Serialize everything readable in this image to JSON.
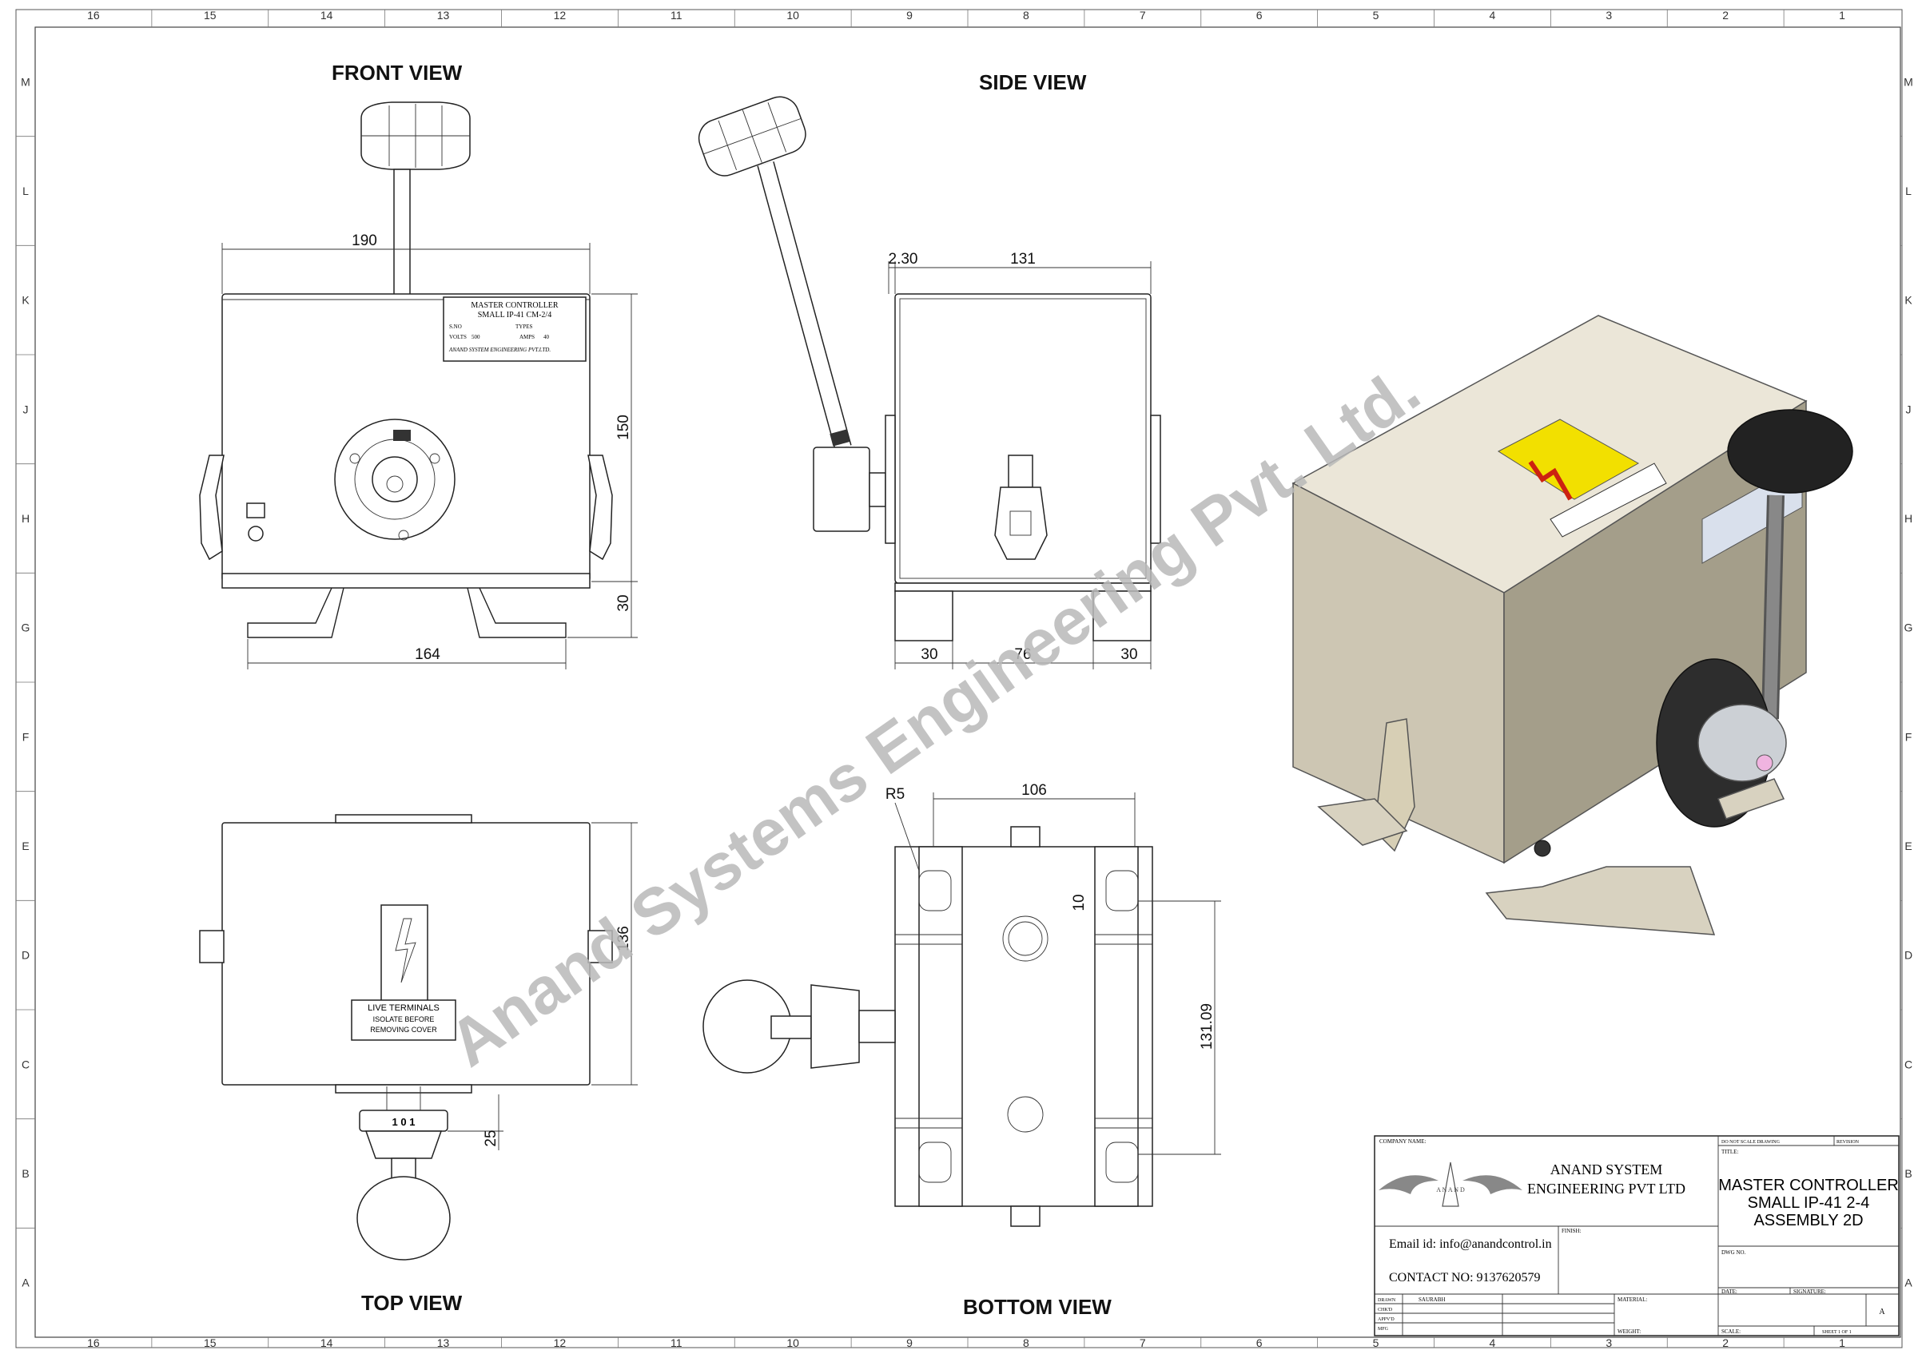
{
  "views": {
    "front": "FRONT VIEW",
    "side": "SIDE VIEW",
    "top": "TOP VIEW",
    "bottom": "BOTTOM VIEW"
  },
  "watermark": "Anand Systems Engineering Pvt. Ltd.",
  "border": {
    "columns": [
      "16",
      "15",
      "14",
      "13",
      "12",
      "11",
      "10",
      "9",
      "8",
      "7",
      "6",
      "5",
      "4",
      "3",
      "2",
      "1"
    ],
    "rows": [
      "M",
      "L",
      "K",
      "J",
      "H",
      "G",
      "F",
      "E",
      "D",
      "C",
      "B",
      "A"
    ]
  },
  "dimensions": {
    "front_width": "190",
    "front_height": "150",
    "front_base_height": "30",
    "front_base_width": "164",
    "side_offset": "2.30",
    "side_width": "131",
    "side_base_left": "30",
    "side_base_mid": "76",
    "side_base_right": "30",
    "top_depth": "136",
    "top_knob": "25",
    "bottom_radius": "R5",
    "bottom_width": "106",
    "bottom_slot": "10",
    "bottom_span": "131.09"
  },
  "nameplate": {
    "line1": "MASTER CONTROLLER",
    "line2": "SMALL IP-41 CM-2/4",
    "sno": "S.NO",
    "types": "TYPES",
    "volts": "VOLTS",
    "volts_val": "500",
    "amps": "AMPS",
    "amps_val": "40",
    "maker": "ANAND SYSTEM ENGINEERING PVT.LTD."
  },
  "warning": {
    "line1": "LIVE TERMINALS",
    "line2": "ISOLATE BEFORE",
    "line3": "REMOVING COVER"
  },
  "knob_marks": "1 0 1",
  "title_block": {
    "company_name_label": "COMPANY NAME:",
    "logo_text": "A N A N D",
    "company_line1": "ANAND SYSTEM",
    "company_line2": "ENGINEERING PVT LTD",
    "do_not_scale": "DO NOT SCALE DRAWING",
    "revision": "REVISION",
    "title_label": "TITLE:",
    "title_line1": "MASTER CONTROLLER",
    "title_line2": "SMALL IP-41 2-4",
    "title_line3": "ASSEMBLY 2D",
    "finish": "FINISH:",
    "email": "Email id: info@anandcontrol.in",
    "contact": "CONTACT NO: 9137620579",
    "dwg_no": "DWG NO.",
    "date": "DATE:",
    "signature": "SIGNATURE:",
    "drawn": "DRAWN",
    "drawn_by": "SAURABH",
    "chkd": "CHK'D",
    "appvd": "APPV'D",
    "mfg": "MFG",
    "material": "MATERIAL:",
    "weight": "WEIGHT:",
    "size": "A",
    "scale": "SCALE:",
    "sheet": "SHEET 1 OF 1"
  }
}
